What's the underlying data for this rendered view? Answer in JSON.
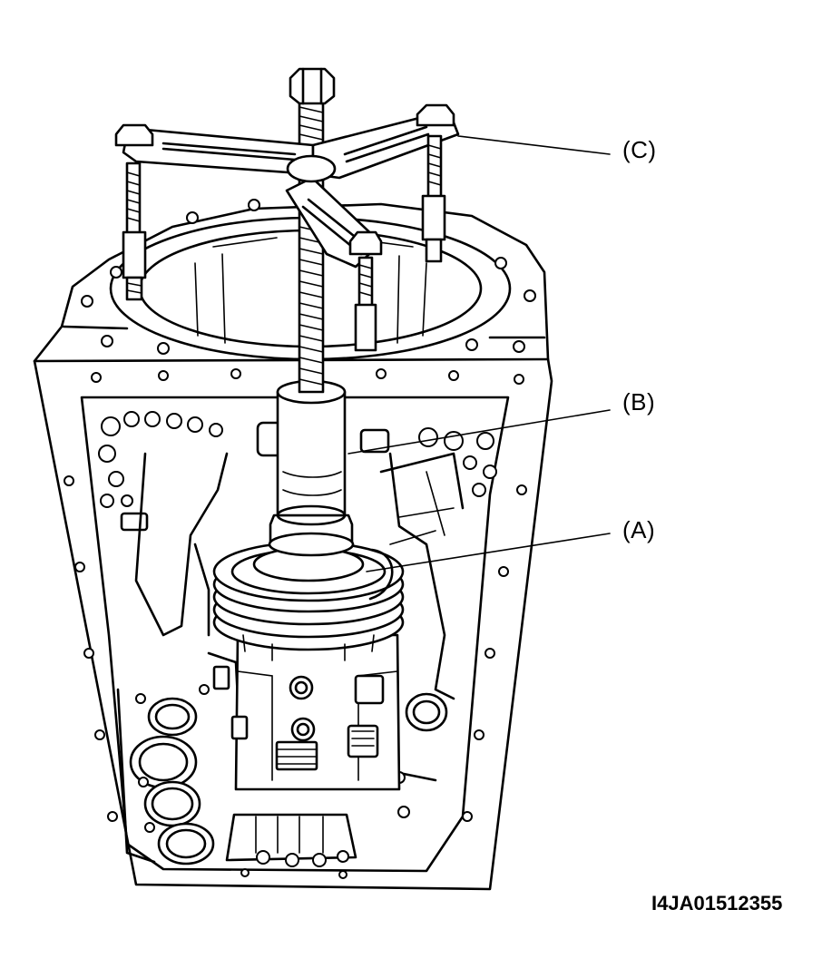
{
  "labels": {
    "a": "(A)",
    "b": "(B)",
    "c": "(C)"
  },
  "figure_code": "I4JA01512355",
  "colors": {
    "line": "#000000",
    "background": "#ffffff"
  }
}
